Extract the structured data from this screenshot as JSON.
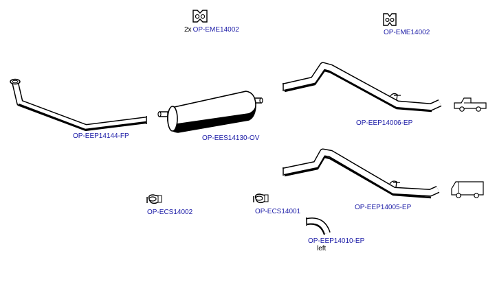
{
  "colors": {
    "label": "#1a1aa6",
    "outline": "#000000",
    "fill": "#ffffff",
    "shade": "#000000"
  },
  "parts": {
    "mount_top_left": {
      "qty": "2x",
      "code": "OP-EME14002",
      "icon": "rubber-mount-icon"
    },
    "mount_top_right": {
      "code": "OP-EME14002",
      "icon": "rubber-mount-icon"
    },
    "front_pipe": {
      "code": "OP-EEP14144-FP",
      "icon": "front-pipe-icon"
    },
    "silencer": {
      "code": "OP-EES14130-OV",
      "icon": "silencer-icon"
    },
    "tail_pipe_pickup": {
      "code": "OP-EEP14006-EP",
      "icon": "tail-pipe-icon",
      "vehicle_icon": "pickup-truck-icon"
    },
    "tail_pipe_van": {
      "code": "OP-EEP14005-EP",
      "icon": "tail-pipe-icon",
      "vehicle_icon": "van-icon"
    },
    "clamp_left": {
      "code": "OP-ECS14002",
      "icon": "clamp-icon"
    },
    "clamp_right": {
      "code": "OP-ECS14001",
      "icon": "clamp-icon"
    },
    "bend_pipe": {
      "code": "OP-EEP14010-EP",
      "note": "left",
      "icon": "bend-pipe-icon"
    }
  }
}
